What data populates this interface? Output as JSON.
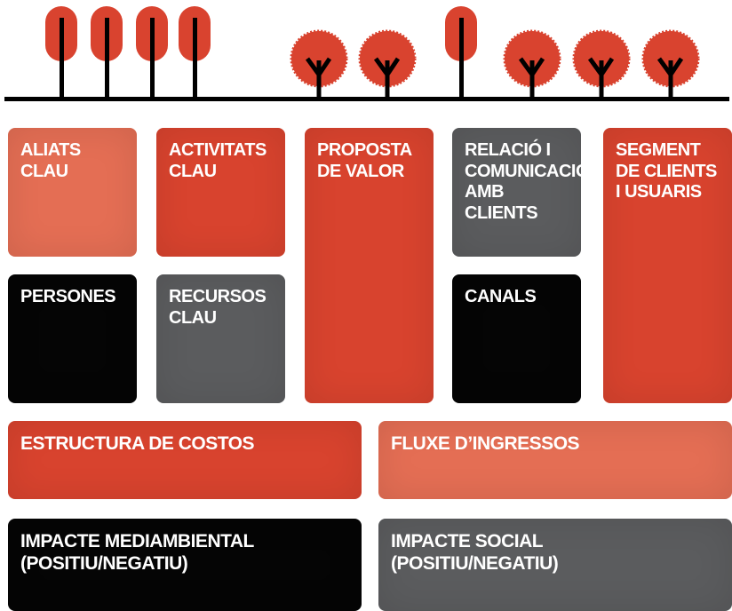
{
  "colors": {
    "salmon": "#e46e54",
    "red": "#d8432e",
    "grey": "#5b5c5e",
    "black": "#050505",
    "tree_red": "#d9432f",
    "trunk": "#000000"
  },
  "canvas": {
    "key_partners": "ALIATS\nCLAU",
    "key_activities": "ACTIVITATS\nCLAU",
    "value_proposition": "PROPOSTA\nDE VALOR",
    "customer_relationship": "RELACIÓ I\nCOMUNICACIÓ\nAMB CLIENTS",
    "customer_segments": "SEGMENT\nDE CLIENTS\nI USUARIS",
    "people": "PERSONES",
    "key_resources": "RECURSOS\nCLAU",
    "channels": "CANALS",
    "cost_structure": "ESTRUCTURA DE COSTOS",
    "revenue_streams": "FLUXE D’INGRESSOS",
    "environmental_impact": "IMPACTE MEDIAMBIENTAL\n(POSITIU/NEGATIU)",
    "social_impact": "IMPACTE SOCIAL\n(POSITIU/NEGATIU)"
  },
  "decoration": {
    "tree_icons": [
      "poplar-tree-icon",
      "poplar-tree-icon",
      "poplar-tree-icon",
      "poplar-tree-icon",
      "round-tree-icon",
      "round-tree-icon",
      "poplar-tree-icon",
      "round-tree-icon",
      "round-tree-icon",
      "round-tree-icon"
    ]
  }
}
